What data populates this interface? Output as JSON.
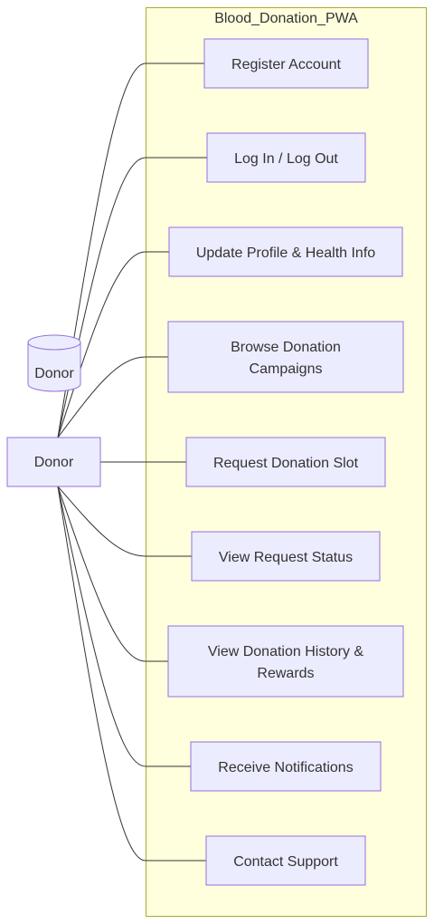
{
  "diagram": {
    "system": {
      "title": "Blood_Donation_PWA"
    },
    "actor_db": {
      "label": "Donor"
    },
    "actor": {
      "label": "Donor"
    },
    "use_cases": [
      {
        "lines": [
          "Register Account"
        ]
      },
      {
        "lines": [
          "Log In / Log Out"
        ]
      },
      {
        "lines": [
          "Update Profile & Health Info"
        ]
      },
      {
        "lines": [
          "Browse Donation",
          "Campaigns"
        ]
      },
      {
        "lines": [
          "Request Donation Slot"
        ]
      },
      {
        "lines": [
          "View Request Status"
        ]
      },
      {
        "lines": [
          "View Donation History &",
          "Rewards"
        ]
      },
      {
        "lines": [
          "Receive Notifications"
        ]
      },
      {
        "lines": [
          "Contact Support"
        ]
      }
    ]
  }
}
